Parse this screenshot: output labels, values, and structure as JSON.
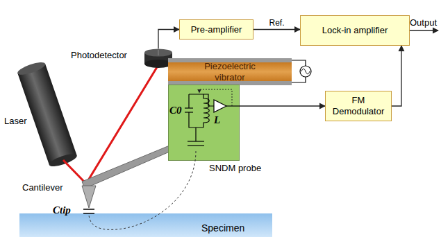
{
  "diagram": {
    "nodes": [
      {
        "text": [
          "Pre-amplifier"
        ]
      },
      {
        "text": [
          "Lock-in amplifier"
        ]
      },
      {
        "text": [
          "Photodetector"
        ]
      },
      {
        "text": [
          "Piezoelectric vibrator"
        ]
      },
      {
        "text": [
          "FM Demodulator"
        ]
      },
      {
        "text": [
          "SNDM probe"
        ]
      },
      {
        "text": [
          "Specimen"
        ]
      }
    ],
    "edges": [
      {
        "from": 2,
        "to": 0,
        "arrow": "to"
      },
      {
        "from": 0,
        "to": 1,
        "label": "Ref.",
        "arrow": "to"
      },
      {
        "from": 5,
        "to": 4,
        "arrow": "to"
      },
      {
        "from": 4,
        "to": 1,
        "arrow": "to"
      }
    ],
    "labels": [
      "Output",
      "Laser",
      "Cantilever",
      "C0",
      "L",
      "Ctip"
    ]
  }
}
